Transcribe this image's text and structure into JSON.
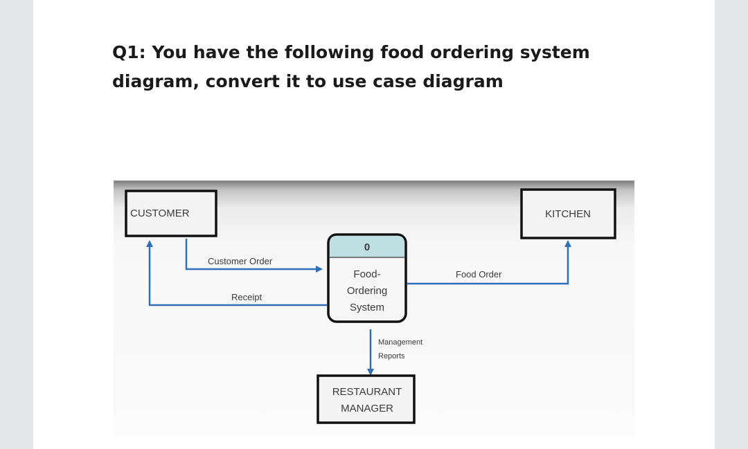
{
  "question": {
    "line1": "Q1: You have the following food ordering system",
    "line2": "diagram, convert it to use case diagram"
  },
  "diagram": {
    "entities": {
      "customer": "CUSTOMER",
      "kitchen": "KITCHEN",
      "manager_line1": "RESTAURANT",
      "manager_line2": "MANAGER"
    },
    "process": {
      "number": "0",
      "line1": "Food-",
      "line2": "Ordering",
      "line3": "System"
    },
    "flows": {
      "customer_order": "Customer Order",
      "receipt": "Receipt",
      "food_order": "Food Order",
      "management_reports_line1": "Management",
      "management_reports_line2": "Reports"
    },
    "colors": {
      "arrow": "#2f6fb8",
      "process_header": "#bfe0e2",
      "box_border": "#111111"
    }
  }
}
